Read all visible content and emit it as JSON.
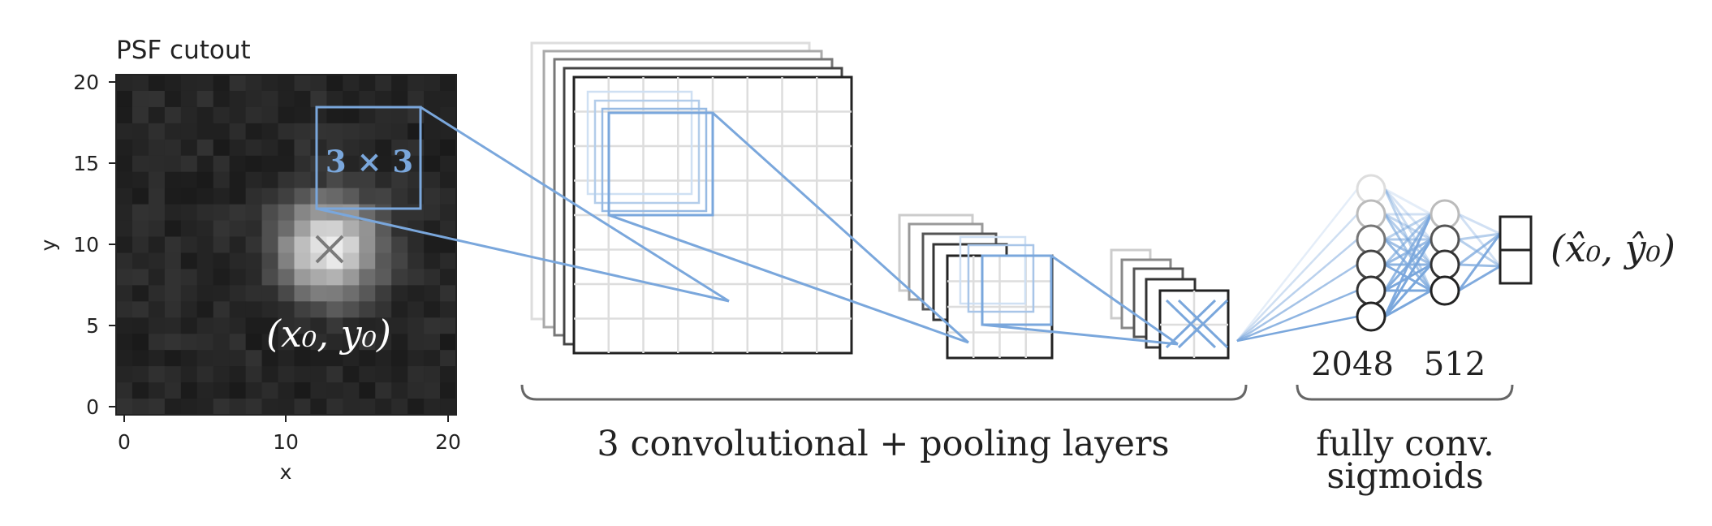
{
  "psf_panel": {
    "title": "PSF cutout",
    "xlabel": "x",
    "ylabel": "y",
    "x_ticks": [
      "0",
      "10",
      "20"
    ],
    "y_ticks": [
      "0",
      "5",
      "10",
      "15",
      "20"
    ],
    "kernel_label": "3 × 3",
    "center_label": "(x₀, y₀)",
    "grid_size": 21,
    "center": [
      12.7,
      9.8
    ],
    "colormap": "gray"
  },
  "network": {
    "conv_section_label": "3 convolutional + pooling layers",
    "fc_section_label_line1": "fully conv.",
    "fc_section_label_line2": "sigmoids",
    "fc_counts": [
      "2048",
      "512"
    ],
    "output_label": "(x̂₀, ŷ₀)"
  },
  "colors": {
    "accent_blue": "#7aa7dc",
    "box_dark": "#222222",
    "bracket_gray": "#666666",
    "grid_light": "#dddddd"
  }
}
